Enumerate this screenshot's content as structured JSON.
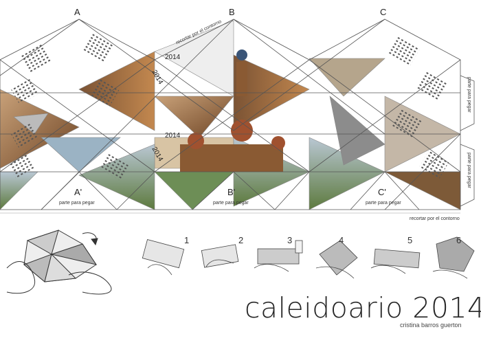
{
  "labels": {
    "top": [
      "A",
      "B",
      "C"
    ],
    "bottom": [
      "A'",
      "B'",
      "C'"
    ]
  },
  "texts": {
    "cut_top": "recortar por el contorno",
    "cut_bottom": "recortar por el contorno",
    "glue": "parte para pegar",
    "glue_b": "parte para pegar",
    "glue_c": "parte para pegar",
    "glue_side1": "parte para pegar",
    "glue_side2": "parte para pegar",
    "year1": "2014",
    "year2": "2014",
    "year3": "2014",
    "year4": "2014"
  },
  "steps": [
    "1",
    "2",
    "3",
    "4",
    "5",
    "6"
  ],
  "title": "caleidoario 2014",
  "author": "cristina barros guerton",
  "colors": {
    "outline": "#555555",
    "ink": "#262626",
    "photo_warm": "#8a5a33",
    "photo_green": "#4f7d3a",
    "photo_sky": "#9fb4c4",
    "paper": "#ffffff"
  }
}
